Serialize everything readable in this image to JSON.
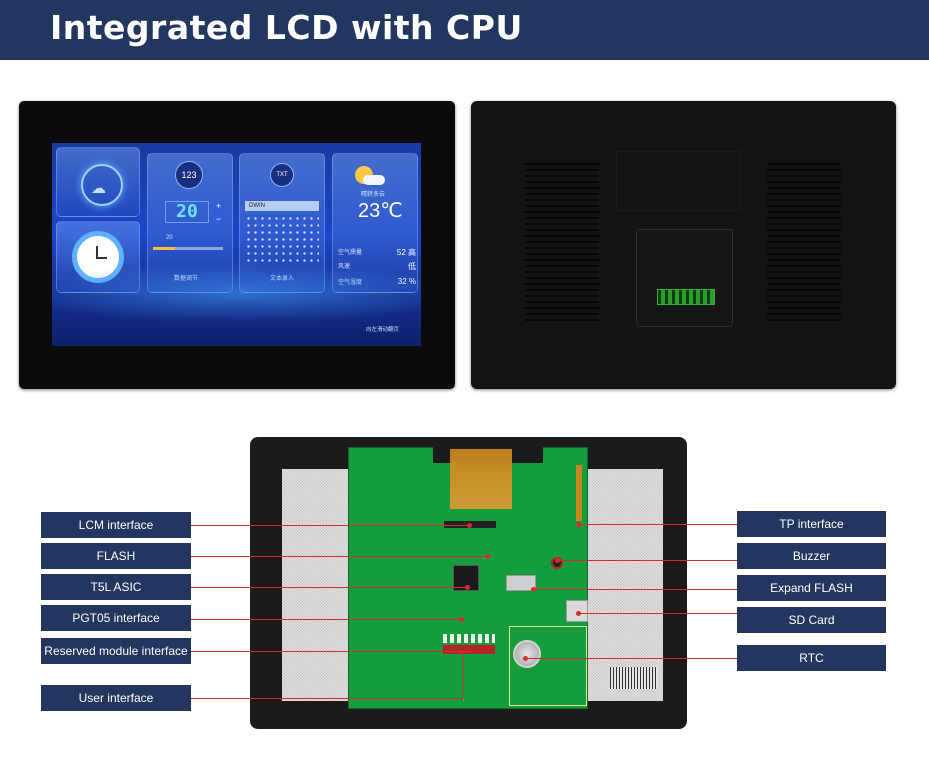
{
  "header": {
    "title": "Integrated LCD with CPU"
  },
  "screen_ui": {
    "tile_numeric_badge": "123",
    "numeric_value": "20",
    "slider_value": "20",
    "tile_numeric_label": "数据调节",
    "text_badge": "TXT",
    "text_input_value": "DWIN",
    "tile_text_label": "文本录入",
    "weather_condition": "晴转多云",
    "temperature": "23℃",
    "air_quality_label": "空气质量",
    "air_quality_value": "52 高",
    "wind_label": "风速",
    "wind_value": "低",
    "humidity_label": "空气湿度",
    "humidity_value": "32 %",
    "footer_hint": "向左滑动翻页"
  },
  "labels_left": [
    "LCM interface",
    "FLASH",
    "T5L ASIC",
    "PGT05 interface",
    "Reserved module interface",
    "User interface"
  ],
  "labels_right": [
    "TP interface",
    "Buzzer",
    "Expand FLASH",
    "SD Card",
    "RTC"
  ],
  "colors": {
    "banner": "#22365f",
    "callout_bg": "#22365f",
    "leader_line": "#d42c2c",
    "pcb_green": "#159d3d"
  }
}
